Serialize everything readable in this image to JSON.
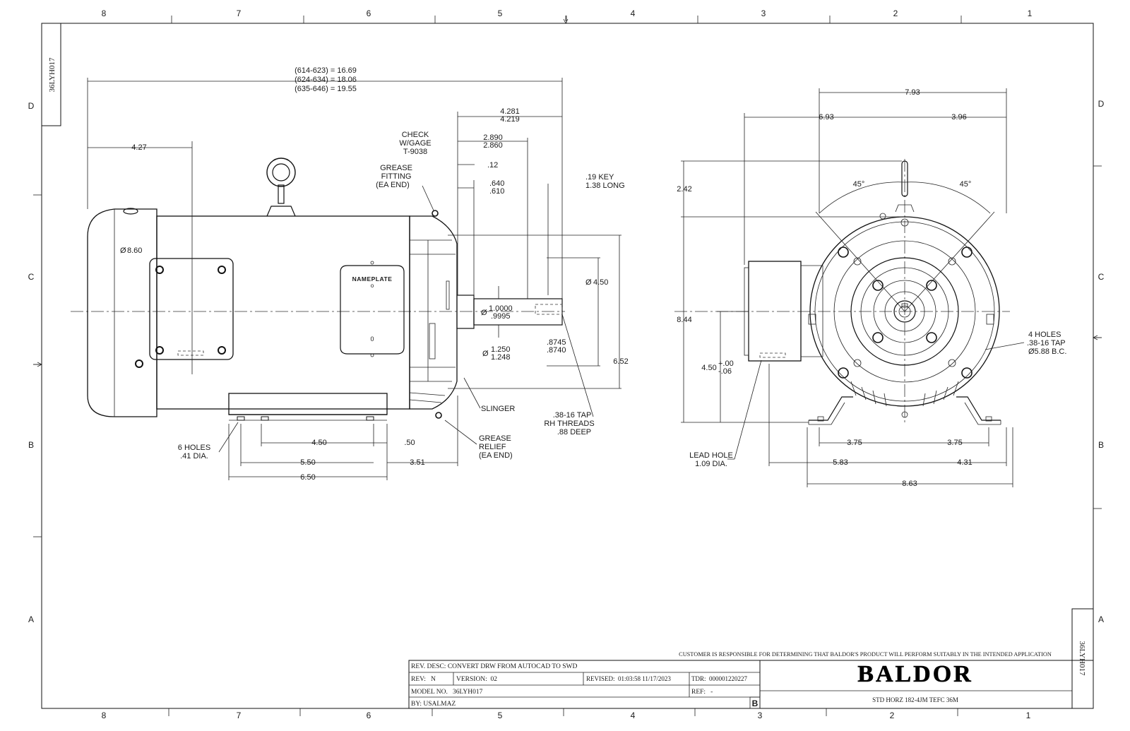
{
  "zones": {
    "columns": [
      "8",
      "7",
      "6",
      "5",
      "4",
      "3",
      "2",
      "1"
    ],
    "rows": [
      "D",
      "C",
      "B",
      "A"
    ]
  },
  "drawing_id_tab": "36LYH017",
  "side_view": {
    "overall_lengths": [
      "(614-623) = 16.69",
      "(624-634) = 18.06",
      "(635-646) = 19.55"
    ],
    "dim_4_27": "4.27",
    "dim_8_60": "8.60",
    "nameplate": "NAMEPLATE",
    "nameplate_marks": [
      "o",
      "0"
    ],
    "dim_4281": "4.281",
    "dim_4219": "4.219",
    "check_gage": [
      "CHECK",
      "W/GAGE",
      "T-9038"
    ],
    "dim_2890": "2.890",
    "dim_2860": "2.860",
    "grease_fitting": [
      "GREASE",
      "FITTING",
      "(EA END)"
    ],
    "dim_12": ".12",
    "dim_640": ".640",
    "dim_610": ".610",
    "key_note": [
      ".19 KEY",
      "1.38 LONG"
    ],
    "dim_4_50_dia": "4.50",
    "shaft_dia_hi": "1.0000",
    "shaft_dia_lo": ".9995",
    "dim_1250": "1.250",
    "dim_1248": "1.248",
    "dim_8745": ".8745",
    "dim_8740": ".8740",
    "dim_6_52": "6.52",
    "slinger": "SLINGER",
    "tap_note": [
      ".38-16 TAP",
      "RH THREADS",
      ".88 DEEP"
    ],
    "grease_relief": [
      "GREASE",
      "RELIEF",
      "(EA END)"
    ],
    "holes_note": [
      "6 HOLES",
      ".41 DIA."
    ],
    "dim_4_50": "4.50",
    "dim_50": ".50",
    "dim_5_50": "5.50",
    "dim_3_51": "3.51",
    "dim_6_50": "6.50",
    "dia_symbol": "Ø"
  },
  "end_view": {
    "dim_7_93": "7.93",
    "dim_6_93": "6.93",
    "dim_3_96": "3.96",
    "dim_2_42": "2.42",
    "angle_left": "45°",
    "angle_right": "45°",
    "dim_8_44": "8.44",
    "dim_4_50": "4.50",
    "tol_plus": "+.00",
    "tol_minus": "-.06",
    "holes_note": [
      "4 HOLES",
      ".38-16 TAP",
      "Ø5.88 B.C."
    ],
    "lead_hole": [
      "LEAD HOLE",
      "1.09 DIA."
    ],
    "dim_3_75_left": "3.75",
    "dim_3_75_right": "3.75",
    "dim_5_83": "5.83",
    "dim_4_31": "4.31",
    "dim_8_63": "8.63"
  },
  "title_block": {
    "disclaimer": "CUSTOMER IS RESPONSIBLE FOR DETERMINING THAT BALDOR'S PRODUCT WILL PERFORM SUITABLY IN THE INTENDED APPLICATION",
    "rev_desc": "REV. DESC: CONVERT DRW FROM AUTOCAD TO SWD",
    "rev": "REV:   N",
    "version": "VERSION:  02",
    "revised": "REVISED:  01:03:58 11/17/2023",
    "tdr": "TDR:  000001220227",
    "model_no": "MODEL NO.   36LYH017",
    "ref": "REF:   -",
    "by": "BY: USALMAZ",
    "size": "B",
    "brand": "BALDOR",
    "description": "STD HORZ 182-4JM TEFC 36M",
    "side_tab": "36LYH017"
  }
}
